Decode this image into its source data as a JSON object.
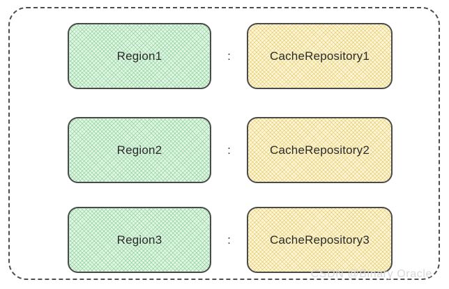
{
  "diagram": {
    "type": "mapping-diagram",
    "boundary": {
      "style": "dashed",
      "color": "#4d4d4d"
    },
    "colors": {
      "region_fill": "#e3f7e6",
      "region_hatch": "#78c887",
      "repository_fill": "#fdf8dc",
      "repository_hatch": "#e4c45a",
      "node_border": "#4a4a4a",
      "label_text": "#2b2b2b",
      "watermark_text": "#d9d9d9"
    },
    "separator_symbol": ":",
    "rows": [
      {
        "region_label": "Region1",
        "separator": ":",
        "repository_label": "CacheRepository1"
      },
      {
        "region_label": "Region2",
        "separator": ":",
        "repository_label": "CacheRepository2"
      },
      {
        "region_label": "Region3",
        "separator": ":",
        "repository_label": "CacheRepository3"
      }
    ]
  },
  "watermark": {
    "text": "CSDN @Binary Oracle"
  }
}
